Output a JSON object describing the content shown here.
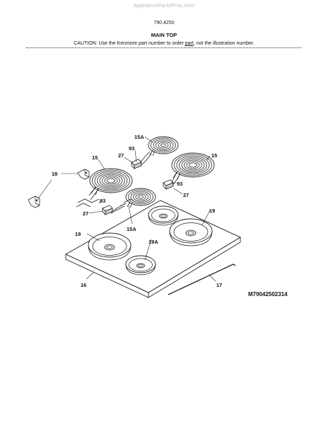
{
  "header": {
    "watermark": "AppliancePartsPros.com",
    "model_number": "790.4250",
    "section_title": "MAIN TOP",
    "caution_prefix": "CAUTION: Use the Kenmore part number to order ",
    "caution_link": "part",
    "caution_suffix": ", not the illustration number."
  },
  "callouts": [
    {
      "id": "c-15a-top",
      "label": "15A"
    },
    {
      "id": "c-93-top",
      "label": "93"
    },
    {
      "id": "c-27-top",
      "label": "27"
    },
    {
      "id": "c-15-left",
      "label": "15"
    },
    {
      "id": "c-15-right",
      "label": "15"
    },
    {
      "id": "c-18",
      "label": "18"
    },
    {
      "id": "c-93-mid",
      "label": "93"
    },
    {
      "id": "c-27-mid",
      "label": "27"
    },
    {
      "id": "c-93-low",
      "label": "93"
    },
    {
      "id": "c-27-low",
      "label": "27"
    },
    {
      "id": "c-15a-low",
      "label": "15A"
    },
    {
      "id": "c-19-right",
      "label": "19"
    },
    {
      "id": "c-19-left",
      "label": "19"
    },
    {
      "id": "c-19a",
      "label": "19A"
    },
    {
      "id": "c-16",
      "label": "16"
    },
    {
      "id": "c-17",
      "label": "17"
    }
  ],
  "figure_code": "M79042502314"
}
